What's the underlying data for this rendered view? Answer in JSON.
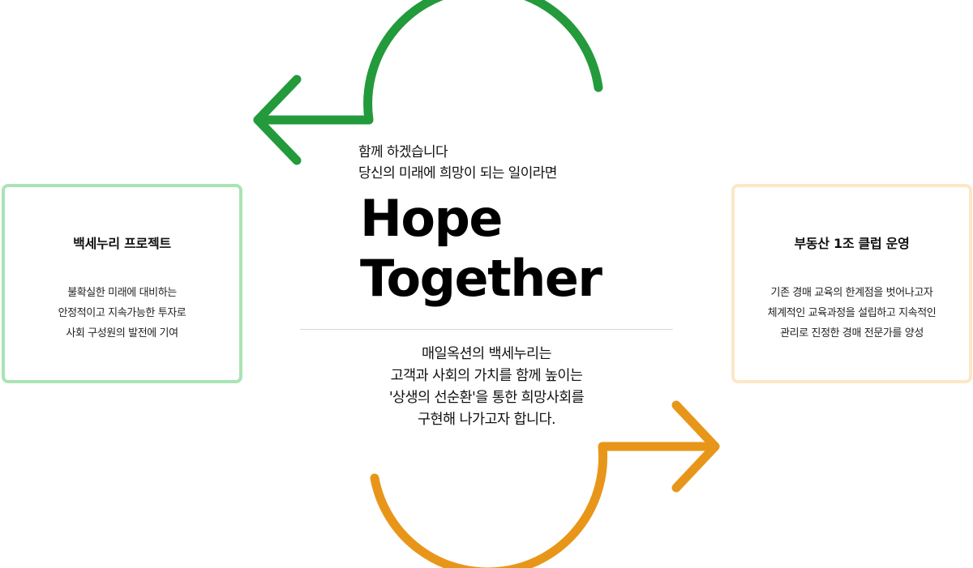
{
  "intro": {
    "lines": [
      "함께 하겠습니다",
      "당신의 미래에 희망이 되는 일이라면"
    ]
  },
  "headline": {
    "lines": [
      "Hope",
      "Together"
    ]
  },
  "body": {
    "lines": [
      "매일옥션의 백세누리는",
      "고객과 사회의 가치를 함께 높이는",
      "'상생의 선순환'을 통한 희망사회를",
      "구현해 나가고자 합니다."
    ]
  },
  "left_card": {
    "title": "백세누리 프로젝트",
    "lines": [
      "불확실한 미래에 대비하는",
      "안정적이고 지속가능한 투자로",
      "사회 구성원의 발전에 기여"
    ]
  },
  "right_card": {
    "title": "부동산 1조 클럽 운영",
    "lines": [
      "기존 경매 교육의 한계점을 벗어나고자",
      "체계적인 교육과정을 설립하고 지속적인",
      "관리로 진정한 경매 전문가를 양성"
    ]
  },
  "colors": {
    "green_arrow": "#239a3b",
    "orange_arrow": "#e8961a",
    "left_card_border": "#a9e4b4",
    "right_card_border": "#fbe8c6"
  },
  "icons": [
    "green-cycle-arrow-icon",
    "orange-cycle-arrow-icon"
  ]
}
